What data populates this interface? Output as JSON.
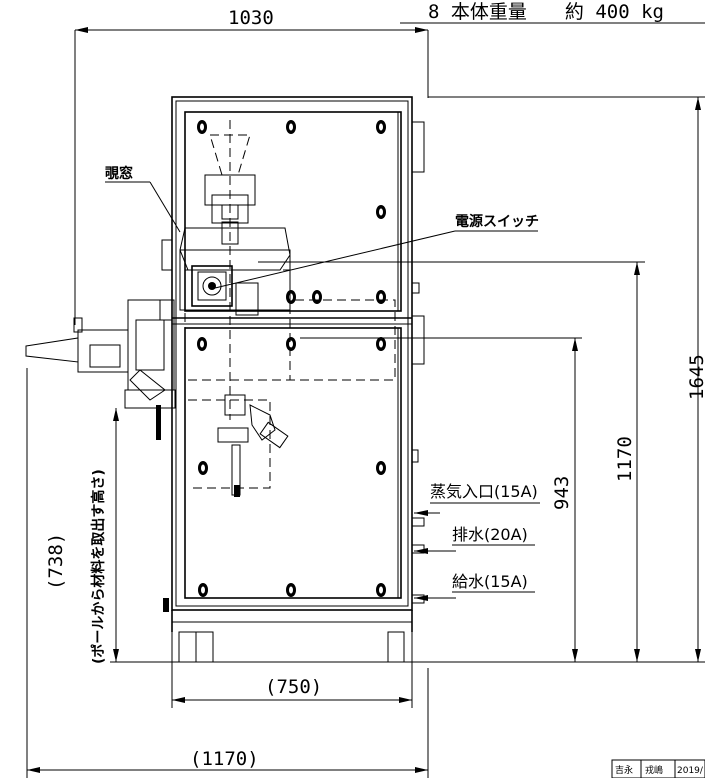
{
  "header": {
    "weight_note": "8 本体重量　　約 400 kg"
  },
  "dimensions": {
    "width_total": "1030",
    "height_total": "1645",
    "height_1170": "1170",
    "height_943": "943",
    "base_width": "(750)",
    "overall_width": "(1170)",
    "pole_height": "(738)",
    "pole_note": "(ポールから材料を取出す高さ)"
  },
  "labels": {
    "window": "覗窓",
    "power_switch": "電源スイッチ",
    "steam_inlet": "蒸気入口(15A)",
    "drain": "排水(20A)",
    "water_supply": "給水(15A)"
  },
  "title_block": {
    "cell1": "吉永",
    "cell2": "戎嶋",
    "cell3": "2019/"
  }
}
